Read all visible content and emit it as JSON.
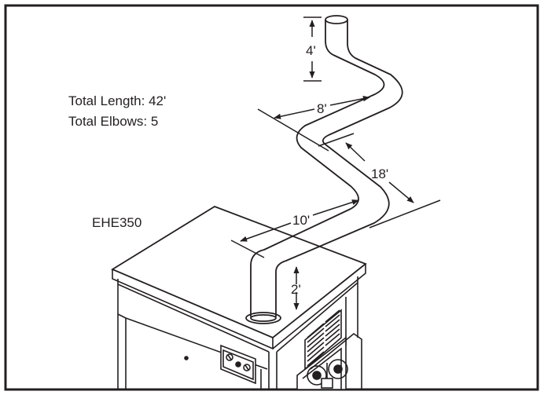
{
  "info": {
    "total_length": "Total Length: 42'",
    "total_elbows": "Total Elbows: 5"
  },
  "model": "EHE350",
  "dimensions": {
    "top_vertical": "4'",
    "upper_horizontal": "8'",
    "diagonal": "18'",
    "lower_horizontal": "10'",
    "bottom_vertical": "2'"
  },
  "colors": {
    "line": "#231f20",
    "background": "#ffffff"
  }
}
